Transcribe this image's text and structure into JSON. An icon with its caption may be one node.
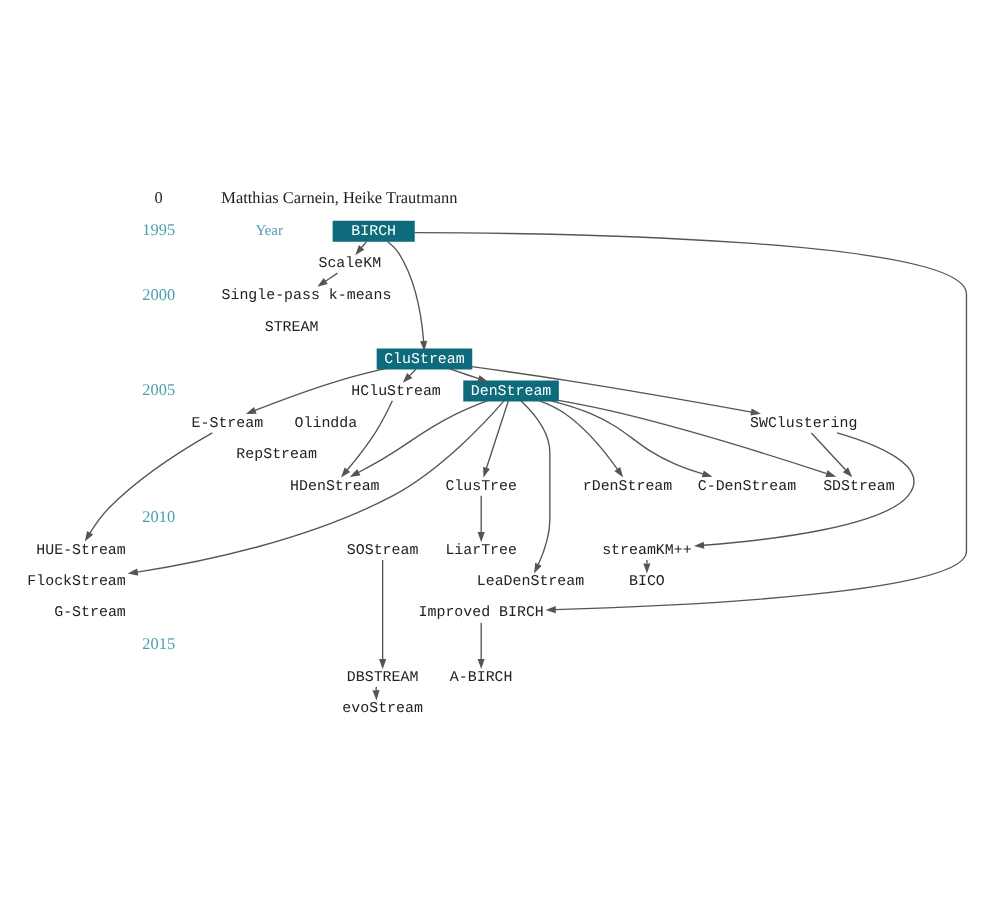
{
  "diagram": {
    "nodes": [
      {
        "text": [
          "BIRCH"
        ]
      },
      {
        "text": [
          "ScaleKM"
        ]
      },
      {
        "text": [
          "Single-pass k-means"
        ]
      },
      {
        "text": [
          "CluStream"
        ]
      },
      {
        "text": [
          "HCluStream"
        ]
      },
      {
        "text": [
          "DenStream"
        ]
      },
      {
        "text": [
          "E-Stream"
        ]
      },
      {
        "text": [
          "SWClustering"
        ]
      },
      {
        "text": [
          "HDenStream"
        ]
      },
      {
        "text": [
          "ClusTree"
        ]
      },
      {
        "text": [
          "rDenStream"
        ]
      },
      {
        "text": [
          "C-DenStream"
        ]
      },
      {
        "text": [
          "SDStream"
        ]
      },
      {
        "text": [
          "HUE-Stream"
        ]
      },
      {
        "text": [
          "LiarTree"
        ]
      },
      {
        "text": [
          "SOStream"
        ]
      },
      {
        "text": [
          "streamKM++"
        ]
      },
      {
        "text": [
          "BICO"
        ]
      },
      {
        "text": [
          "FlockStream"
        ]
      },
      {
        "text": [
          "LeaDenStream"
        ]
      },
      {
        "text": [
          "Improved BIRCH"
        ]
      },
      {
        "text": [
          "DBSTREAM"
        ]
      },
      {
        "text": [
          "A-BIRCH"
        ]
      },
      {
        "text": [
          "evoStream"
        ]
      }
    ],
    "edges": [
      {
        "from": 0,
        "to": 1,
        "arrow": "to"
      },
      {
        "from": 1,
        "to": 2,
        "arrow": "to"
      },
      {
        "from": 0,
        "to": 3,
        "arrow": "to"
      },
      {
        "from": 0,
        "to": 20,
        "arrow": "to"
      },
      {
        "from": 3,
        "to": 6,
        "arrow": "to"
      },
      {
        "from": 3,
        "to": 4,
        "arrow": "to"
      },
      {
        "from": 3,
        "to": 5,
        "arrow": "to"
      },
      {
        "from": 3,
        "to": 7,
        "arrow": "to"
      },
      {
        "from": 4,
        "to": 8,
        "arrow": "to"
      },
      {
        "from": 5,
        "to": 8,
        "arrow": "to"
      },
      {
        "from": 5,
        "to": 18,
        "arrow": "to"
      },
      {
        "from": 5,
        "to": 9,
        "arrow": "to"
      },
      {
        "from": 5,
        "to": 19,
        "arrow": "to"
      },
      {
        "from": 5,
        "to": 10,
        "arrow": "to"
      },
      {
        "from": 5,
        "to": 11,
        "arrow": "to"
      },
      {
        "from": 5,
        "to": 12,
        "arrow": "to"
      },
      {
        "from": 7,
        "to": 12,
        "arrow": "to"
      },
      {
        "from": 7,
        "to": 16,
        "arrow": "to"
      },
      {
        "from": 6,
        "to": 13,
        "arrow": "to"
      },
      {
        "from": 9,
        "to": 14,
        "arrow": "to"
      },
      {
        "from": 16,
        "to": 17,
        "arrow": "to"
      },
      {
        "from": 15,
        "to": 21,
        "arrow": "to"
      },
      {
        "from": 21,
        "to": 23,
        "arrow": "to"
      },
      {
        "from": 20,
        "to": 22,
        "arrow": "to"
      }
    ],
    "labels": [
      "0",
      "Matthias Carnein, Heike Trautmann",
      "1995",
      "Year",
      "2000",
      "STREAM",
      "2005",
      "Olindda",
      "RepStream",
      "2010",
      "G-Stream",
      "2015"
    ]
  }
}
